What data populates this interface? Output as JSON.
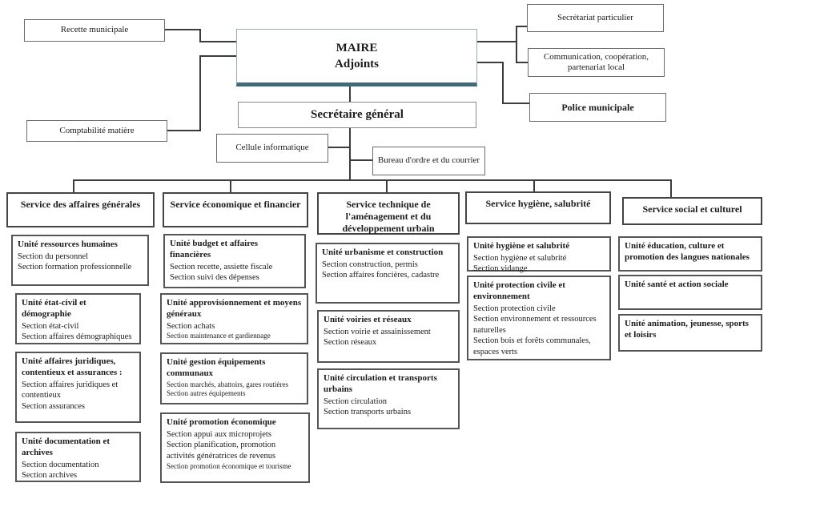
{
  "boxes": {
    "recette": "Recette municipale",
    "comptabilite": "Comptabilité matière",
    "maire_line1": "MAIRE",
    "maire_line2": "Adjoints",
    "secretariat_particulier": "Secrétariat particulier",
    "communication": "Communication, coopération, partenariat local",
    "police": "Police municipale",
    "secretaire_general": "Secrétaire général",
    "cellule_informatique": "Cellule informatique",
    "bureau_ordre": "Bureau d'ordre et du courrier"
  },
  "colors": {
    "maire_accent_bar": "#3e6b7a",
    "line": "#3b3b3b"
  },
  "services": [
    {
      "title": "Service des affaires générales",
      "units": [
        {
          "title": "Unité ressources humaines",
          "sections": [
            "Section du personnel",
            "Section formation professionnelle"
          ]
        },
        {
          "title": "Unité état-civil et démographie",
          "sections": [
            "Section état-civil",
            "Section affaires démographiques"
          ]
        },
        {
          "title": "Unité affaires juridiques, contentieux et assurances :",
          "sections": [
            "Section affaires juridiques et contentieux",
            "Section assurances"
          ]
        },
        {
          "title": "Unité documentation et archives",
          "sections": [
            "Section documentation",
            "Section archives"
          ]
        }
      ]
    },
    {
      "title": "Service économique et financier",
      "units": [
        {
          "title": "Unité budget et affaires financières",
          "sections": [
            "Section recette, assiette fiscale",
            "Section suivi des dépenses"
          ]
        },
        {
          "title": "Unité approvisionnement et moyens généraux",
          "sections": [
            "Section achats",
            "Section maintenance et gardiennage"
          ]
        },
        {
          "title": "Unité gestion équipements communaux",
          "sections": [
            "Section marchés, abattoirs, gares routières",
            "Section autres équipements"
          ]
        },
        {
          "title": "Unité promotion économique",
          "sections": [
            "Section appui aux microprojets",
            "Section planification, promotion activités génératrices de revenus",
            "Section promotion économique et tourisme"
          ]
        }
      ]
    },
    {
      "title": "Service technique de l'aménagement et du développement urbain",
      "units": [
        {
          "title": "Unité urbanisme et construction",
          "sections": [
            "Section construction, permis",
            "Section affaires foncières, cadastre"
          ]
        },
        {
          "title": "Unité voiries et réseaux",
          "sections": [
            "Section voirie et assainissement",
            "Section réseaux"
          ]
        },
        {
          "title": "Unité circulation et transports urbains",
          "sections": [
            "Section circulation",
            "Section transports urbains"
          ]
        }
      ]
    },
    {
      "title": "Service hygiène, salubrité",
      "units": [
        {
          "title": "Unité hygiène et salubrité",
          "sections": [
            "Section hygiène et salubrité",
            "Section vidange"
          ]
        },
        {
          "title": "Unité protection civile et environnement",
          "sections": [
            "Section protection civile",
            "Section environnement et ressources naturelles",
            "Section bois et forêts communales, espaces verts"
          ]
        }
      ]
    },
    {
      "title": "Service social et culturel",
      "units": [
        {
          "title": "Unité éducation, culture et promotion des langues nationales",
          "sections": []
        },
        {
          "title": "Unité santé et action sociale",
          "sections": []
        },
        {
          "title": "Unité animation, jeunesse, sports et loisirs",
          "sections": []
        }
      ]
    }
  ]
}
